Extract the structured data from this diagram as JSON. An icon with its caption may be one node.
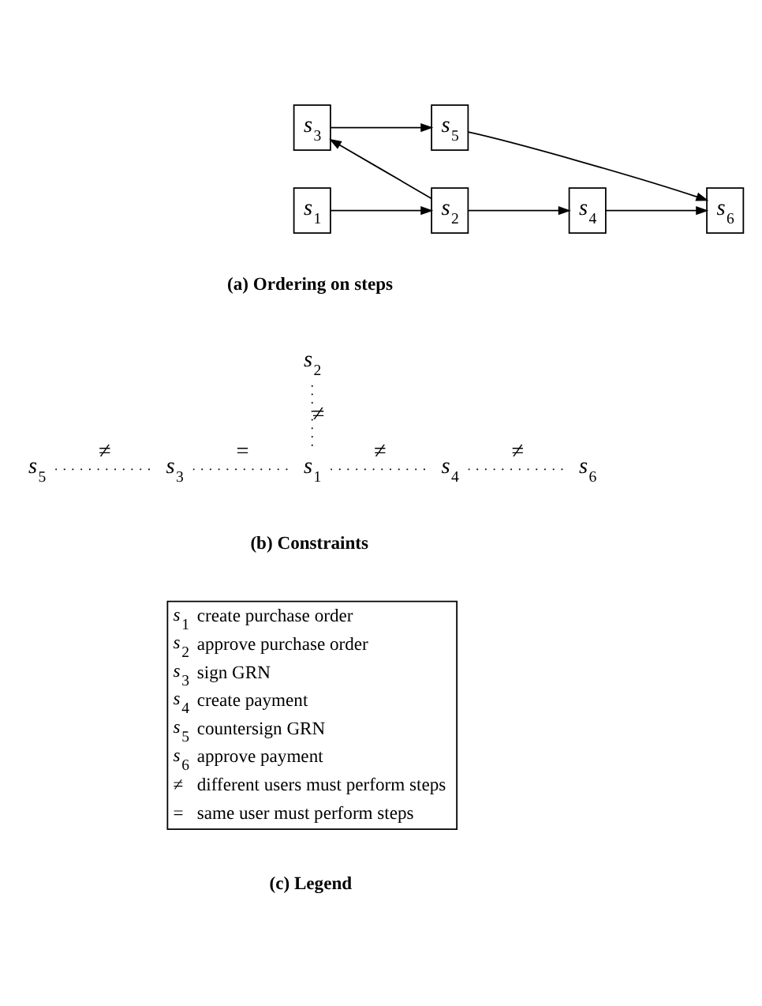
{
  "diagram": {
    "nodes": [
      {
        "text": [
          "s$_{1}$"
        ]
      },
      {
        "text": [
          "s$_{2}$"
        ]
      },
      {
        "text": [
          "s$_{3}$"
        ]
      },
      {
        "text": [
          "s$_{4}$"
        ]
      },
      {
        "text": [
          "s$_{5}$"
        ]
      },
      {
        "text": [
          "s$_{6}$"
        ]
      },
      {
        "text": [
          "s$_{2}$"
        ]
      },
      {
        "text": [
          "s$_{5}$"
        ]
      },
      {
        "text": [
          "s$_{3}$"
        ]
      },
      {
        "text": [
          "s$_{1}$"
        ]
      },
      {
        "text": [
          "s$_{4}$"
        ]
      },
      {
        "text": [
          "s$_{6}$"
        ]
      }
    ],
    "edges": [
      {
        "from": 0,
        "to": 1,
        "arrow": "to"
      },
      {
        "from": 1,
        "to": 2,
        "arrow": "to"
      },
      {
        "from": 1,
        "to": 3,
        "arrow": "to"
      },
      {
        "from": 2,
        "to": 4,
        "arrow": "to"
      },
      {
        "from": 3,
        "to": 5,
        "arrow": "to"
      },
      {
        "from": 4,
        "to": 5,
        "arrow": "to"
      },
      {
        "from": 7,
        "to": 8,
        "arrow": "none",
        "style": "dashed",
        "label": "≠"
      },
      {
        "from": 8,
        "to": 9,
        "arrow": "none",
        "style": "dashed",
        "label": "="
      },
      {
        "from": 6,
        "to": 9,
        "arrow": "none",
        "style": "dashed",
        "label": "≠"
      },
      {
        "from": 9,
        "to": 10,
        "arrow": "none",
        "style": "dashed",
        "label": "≠"
      },
      {
        "from": 10,
        "to": 11,
        "arrow": "none",
        "style": "dashed",
        "label": "≠"
      }
    ],
    "labels": [
      "(a) Ordering on steps",
      "(b) Constraints",
      "s$_{1}$",
      "create purchase order",
      "s$_{2}$",
      "approve purchase order",
      "s$_{3}$",
      "sign GRN",
      "s$_{4}$",
      "create payment",
      "s$_{5}$",
      "countersign GRN",
      "s$_{6}$",
      "approve payment",
      "≠",
      "different users must perform steps",
      "=",
      "same user must perform steps",
      "(c) Legend"
    ]
  }
}
